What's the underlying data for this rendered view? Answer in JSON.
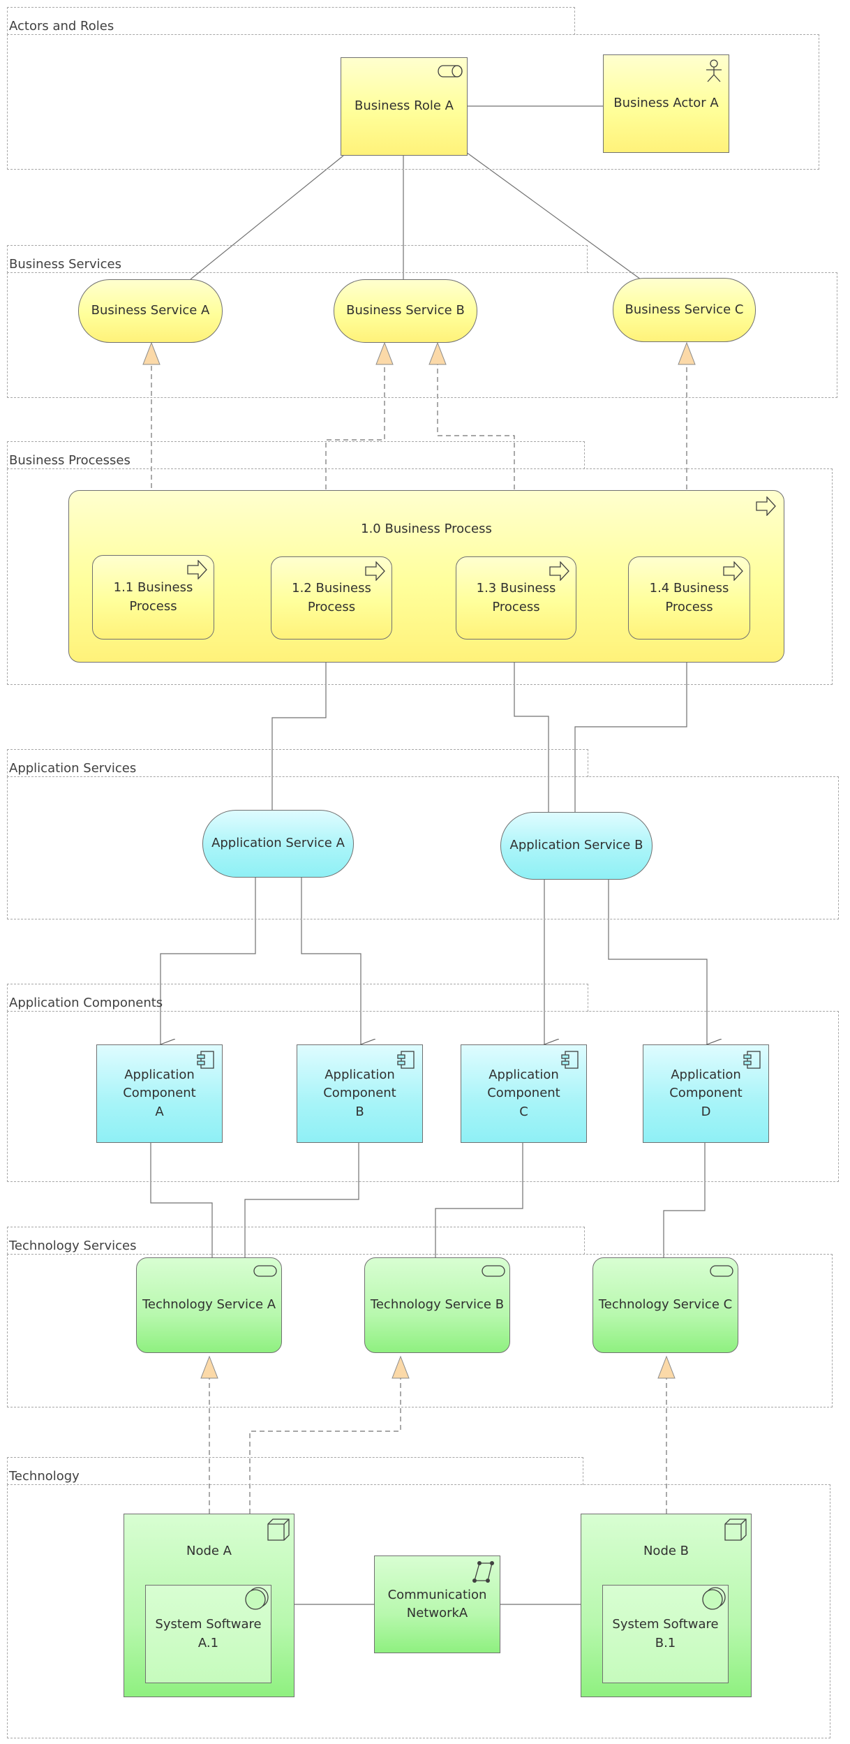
{
  "groups": {
    "actors_roles": "Actors and Roles",
    "business_services": "Business Services",
    "business_processes": "Business Processes",
    "application_services": "Application Services",
    "application_components": "Application Components",
    "technology_services": "Technology Services",
    "technology": "Technology"
  },
  "actors": {
    "business_role": "Business Role A",
    "business_actor": "Business Actor A"
  },
  "business_services": {
    "a": "Business Service A",
    "b": "Business Service B",
    "c": "Business Service C"
  },
  "processes": {
    "main": "1.0 Business Process",
    "p1": "1.1 Business Process",
    "p2": "1.2 Business Process",
    "p3": "1.3 Business Process",
    "p4": "1.4 Business Process"
  },
  "application_services": {
    "a": "Application Service A",
    "b": "Application Service B"
  },
  "application_components": {
    "a_line1": "Application  Component",
    "a_line2": "A",
    "b_line1": "Application  Component",
    "b_line2": "B",
    "c_line1": "Application  Component",
    "c_line2": "C",
    "d_line1": "Application  Component",
    "d_line2": "D"
  },
  "technology_services": {
    "a": "Technology Service A",
    "b": "Technology Service B",
    "c": "Technology Service C"
  },
  "technology": {
    "node_a": "Node A",
    "node_b": "Node B",
    "sys_a": "System  Software A.1",
    "sys_b": "System  Software B.1",
    "network_line1": "Communication",
    "network_line2": "NetworkA"
  },
  "colors": {
    "business": "#ffff9b",
    "application": "#a7f4f8",
    "technology": "#b8f8ae",
    "realization_head": "#fbd9a8",
    "line": "#707070"
  }
}
